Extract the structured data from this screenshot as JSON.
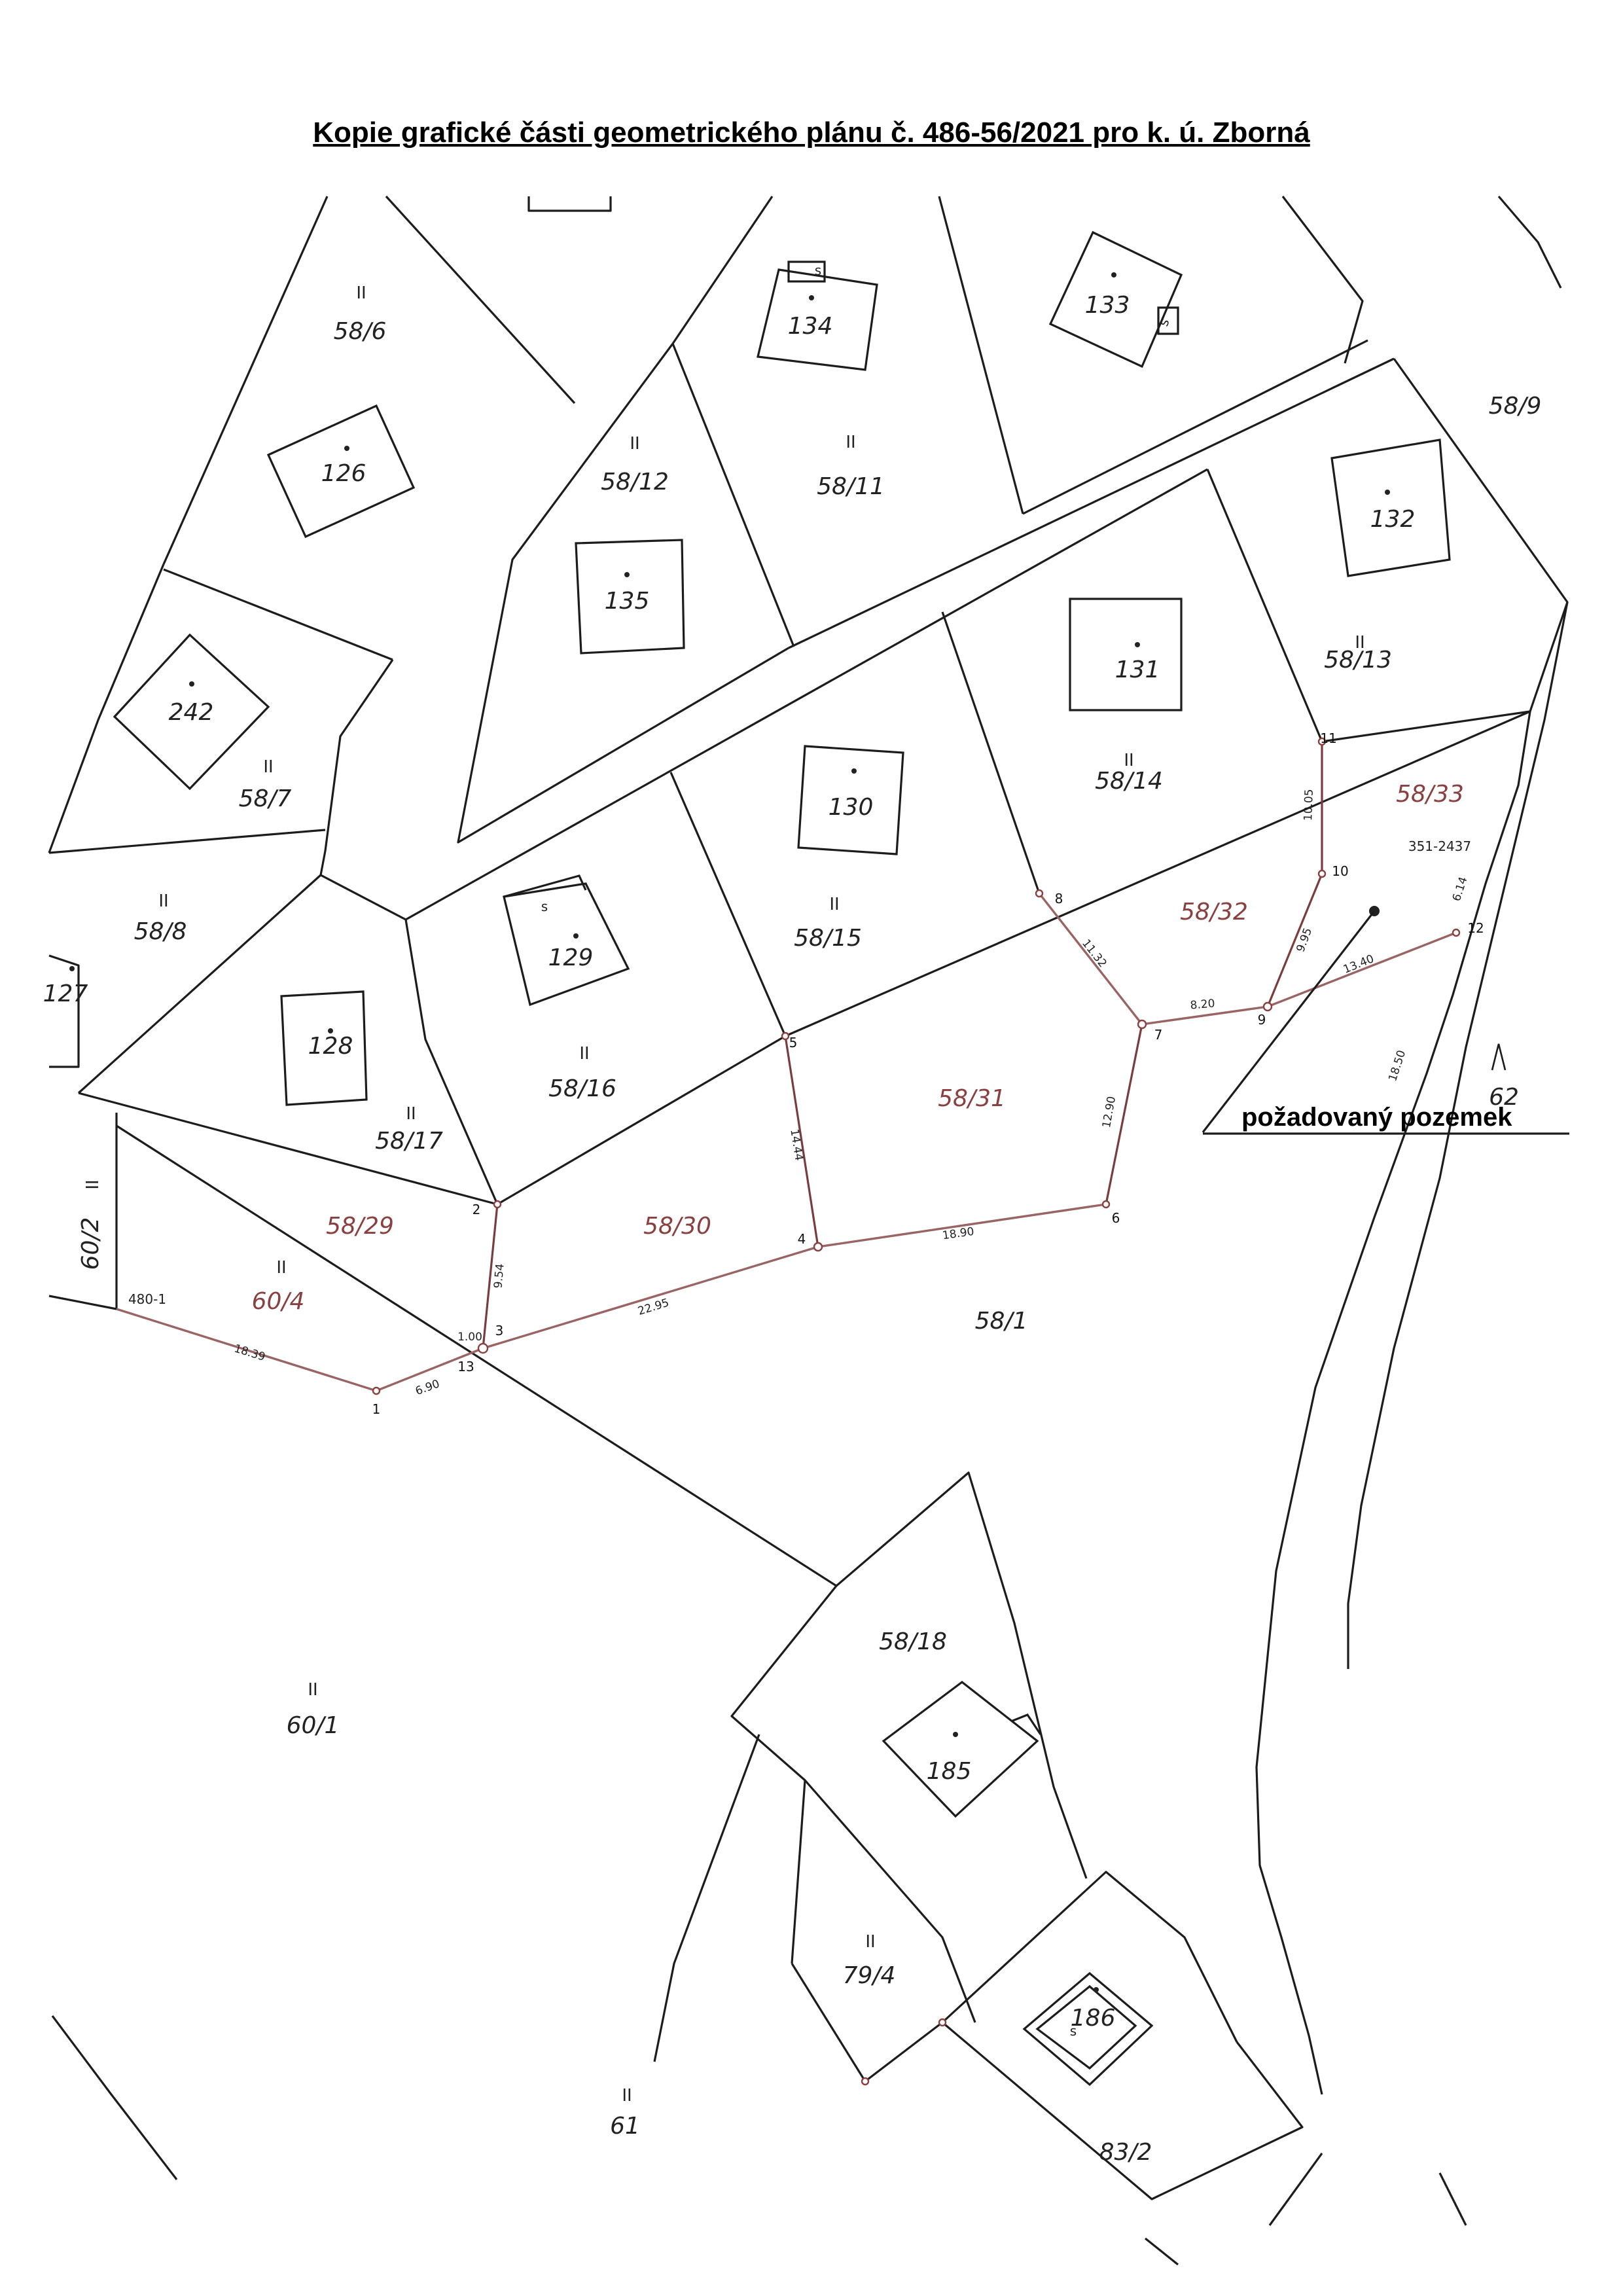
{
  "title": "Kopie grafické části geometrického plánu č. 486-56/2021 pro k. ú. Zborná",
  "parcels": {
    "p58_6": "58/6",
    "p58_12": "58/12",
    "p58_11": "58/11",
    "p58_9": "58/9",
    "p58_13": "58/13",
    "p58_7": "58/7",
    "p58_14": "58/14",
    "p58_33": "58/33",
    "p58_8": "58/8",
    "p58_15": "58/15",
    "p58_32": "58/32",
    "p58_16": "58/16",
    "p58_17": "58/17",
    "p58_31": "58/31",
    "p58_29": "58/29",
    "p58_30": "58/30",
    "p60_4": "60/4",
    "p60_2": "60/2",
    "p58_1": "58/1",
    "p62": "62",
    "p58_18": "58/18",
    "p60_1": "60/1",
    "p79_4": "79/4",
    "p61": "61",
    "p83_2": "83/2"
  },
  "buildings": {
    "b134": "134",
    "b133": "133",
    "b126": "126",
    "b135": "135",
    "b132": "132",
    "b131": "131",
    "b242": "242",
    "b130": "130",
    "b129": "129",
    "b127": "127",
    "b128": "128",
    "b185": "185",
    "b186": "186"
  },
  "points": {
    "pt1": "1",
    "pt2": "2",
    "pt3": "3",
    "pt4": "4",
    "pt5": "5",
    "pt6": "6",
    "pt7": "7",
    "pt8": "8",
    "pt9": "9",
    "pt10": "10",
    "pt11": "11",
    "pt12": "12",
    "pt13": "13"
  },
  "dimensions": {
    "d1839": "18.39",
    "d690": "6.90",
    "d100": "1.00",
    "d954": "9.54",
    "d2295": "22.95",
    "d1444": "14.44",
    "d1890": "18.90",
    "d1290": "12.90",
    "d1132": "11.32",
    "d820": "8.20",
    "d995": "9.95",
    "d1340": "13.40",
    "d614": "6.14",
    "d1850": "18.50",
    "d1005": "10.05"
  },
  "labels": {
    "point_4801": "480-1",
    "survey_ref": "351-2437",
    "building_mark_s": "s",
    "use_mark": "II",
    "annotation": "požadovaný pozemek"
  },
  "colors": {
    "new_boundary": "#9a6464",
    "new_parcel_label": "#8a4040",
    "line": "#1c1c1c"
  }
}
